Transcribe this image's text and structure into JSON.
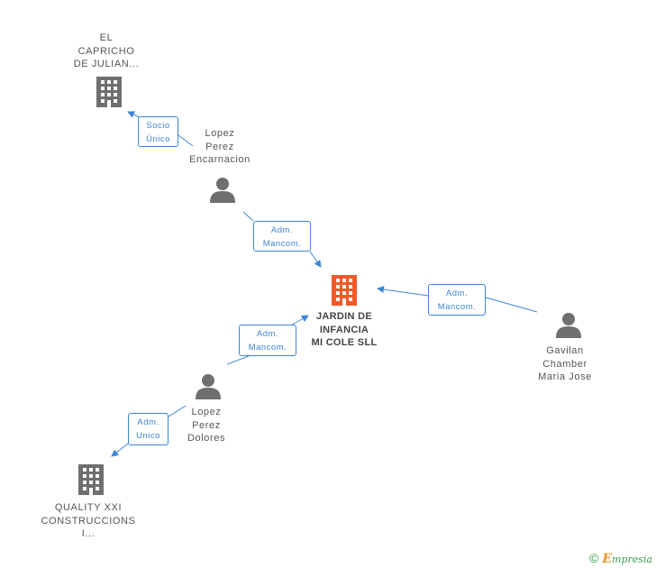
{
  "colors": {
    "edge": "#3c85d6",
    "node_gray": "#6f6f6f",
    "node_highlight": "#f05a28",
    "text": "#555555",
    "brand_green": "#3a9b4a",
    "brand_orange": "#f0932b"
  },
  "nodes": [
    {
      "id": "capricho",
      "type": "company",
      "label": "EL\nCAPRICHO\nDE JULIAN...",
      "icon": "building-icon"
    },
    {
      "id": "encarnacion",
      "type": "person",
      "label": "Lopez\nPerez\nEncarnacion",
      "icon": "person-icon"
    },
    {
      "id": "jardin",
      "type": "company",
      "label": "JARDIN DE\nINFANCIA\nMI COLE SLL",
      "icon": "building-icon",
      "highlight": true
    },
    {
      "id": "gavilan",
      "type": "person",
      "label": "Gavilan\nChamber\nMaria Jose",
      "icon": "person-icon"
    },
    {
      "id": "dolores",
      "type": "person",
      "label": "Lopez\nPerez\nDolores",
      "icon": "person-icon"
    },
    {
      "id": "quality",
      "type": "company",
      "label": "QUALITY XXI\nCONSTRUCCIONS\nI...",
      "icon": "building-icon"
    }
  ],
  "edges": [
    {
      "from": "encarnacion",
      "to": "capricho",
      "label": "Socio\nÚnico"
    },
    {
      "from": "encarnacion",
      "to": "jardin",
      "label": "Adm.\nMancom."
    },
    {
      "from": "gavilan",
      "to": "jardin",
      "label": "Adm.\nMancom."
    },
    {
      "from": "dolores",
      "to": "jardin",
      "label": "Adm.\nMancom."
    },
    {
      "from": "dolores",
      "to": "quality",
      "label": "Adm.\nUnico"
    }
  ],
  "brand": {
    "copyright": "©",
    "name_first": "E",
    "name_rest": "mpresia"
  }
}
